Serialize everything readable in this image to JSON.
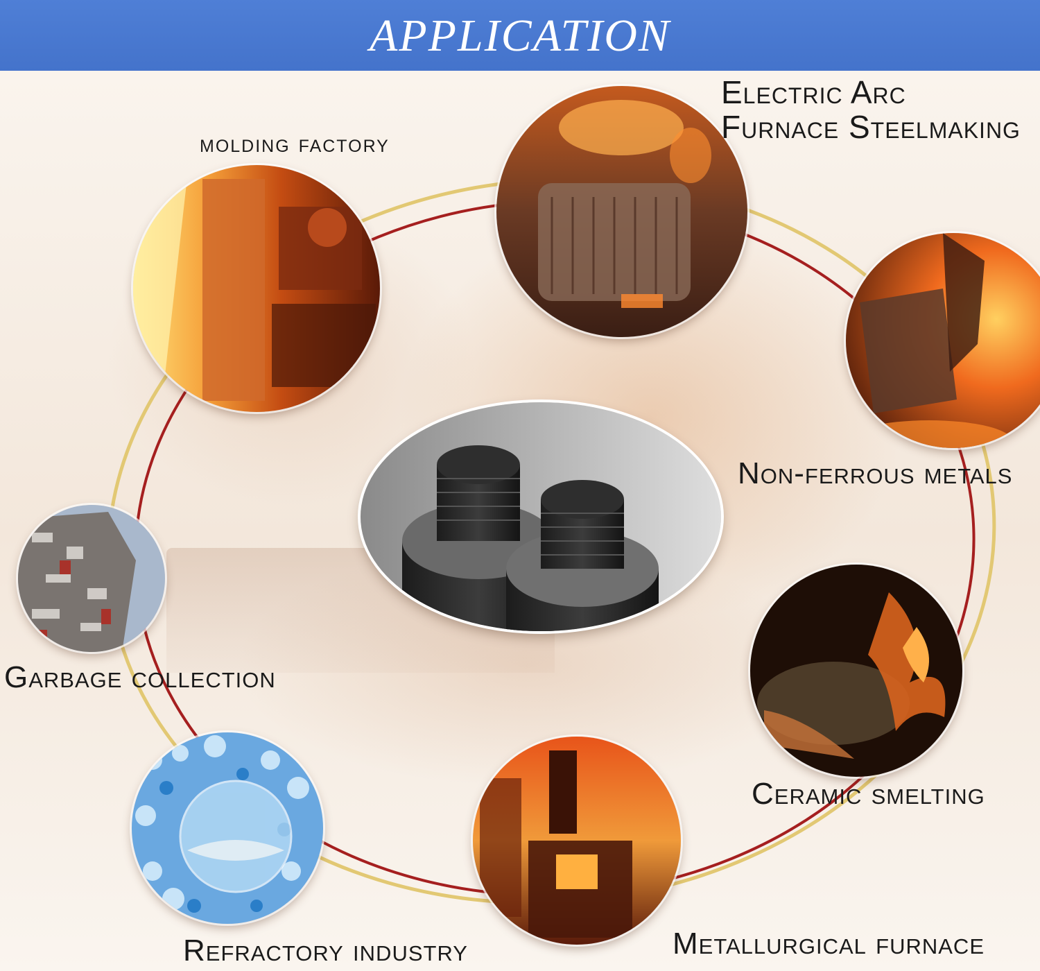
{
  "header": {
    "title": "APPLICATION"
  },
  "applications": [
    {
      "id": "molding",
      "label": "molding factory"
    },
    {
      "id": "eaf",
      "label_line1": "Electric Arc",
      "label_line2": "Furnace Steelmaking"
    },
    {
      "id": "nonferrous",
      "label": "Non-ferrous metals"
    },
    {
      "id": "ceramic",
      "label": "Ceramic smelting"
    },
    {
      "id": "metallurgical",
      "label": "Metallurgical furnace"
    },
    {
      "id": "refractory",
      "label": "Refractory industry"
    },
    {
      "id": "garbage",
      "label": "Garbage collection"
    }
  ],
  "center_image": {
    "subject": "graphite electrodes"
  },
  "colors": {
    "header": "#4473cb",
    "ring_red": "#a51f1f",
    "ring_gold": "#e2c873",
    "label_text": "#1a1a1a"
  }
}
